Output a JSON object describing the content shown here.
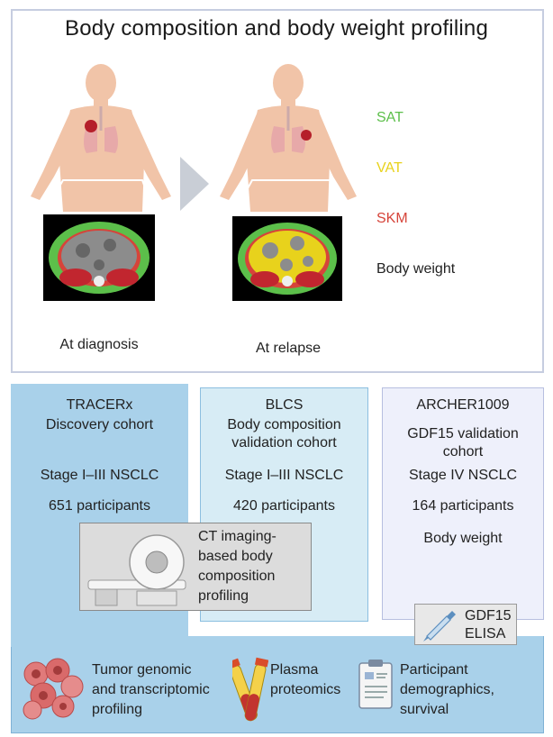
{
  "title": "Body composition and body weight profiling",
  "legend": {
    "sat": "SAT",
    "vat": "VAT",
    "skm": "SKM",
    "body_weight": "Body weight",
    "sat_color": "#5cbf4a",
    "vat_color": "#e8d21c",
    "skm_color": "#d6443a"
  },
  "captions": {
    "diagnosis": "At diagnosis",
    "relapse": "At relapse"
  },
  "cohorts": {
    "tracerx": {
      "name": "TRACERx",
      "desc": "Discovery cohort",
      "stage": "Stage I–III NSCLC",
      "participants": "651 participants"
    },
    "blcs": {
      "name": "BLCS",
      "desc1": "Body composition",
      "desc2": "validation cohort",
      "stage": "Stage I–III NSCLC",
      "participants": "420 participants"
    },
    "archer": {
      "name": "ARCHER1009",
      "desc1": "GDF15 validation",
      "desc2": "cohort",
      "stage": "Stage IV NSCLC",
      "participants": "164 participants",
      "extra": "Body weight"
    }
  },
  "ct_box": {
    "line1": "CT imaging-",
    "line2": "based body",
    "line3": "composition",
    "line4": "profiling"
  },
  "gdf_box": {
    "line1": "GDF15",
    "line2": "ELISA"
  },
  "bottom": {
    "tumor1": "Tumor genomic",
    "tumor2": "and transcriptomic",
    "tumor3": "profiling",
    "plasma1": "Plasma",
    "plasma2": "proteomics",
    "part1": "Participant",
    "part2": "demographics,",
    "part3": "survival"
  }
}
